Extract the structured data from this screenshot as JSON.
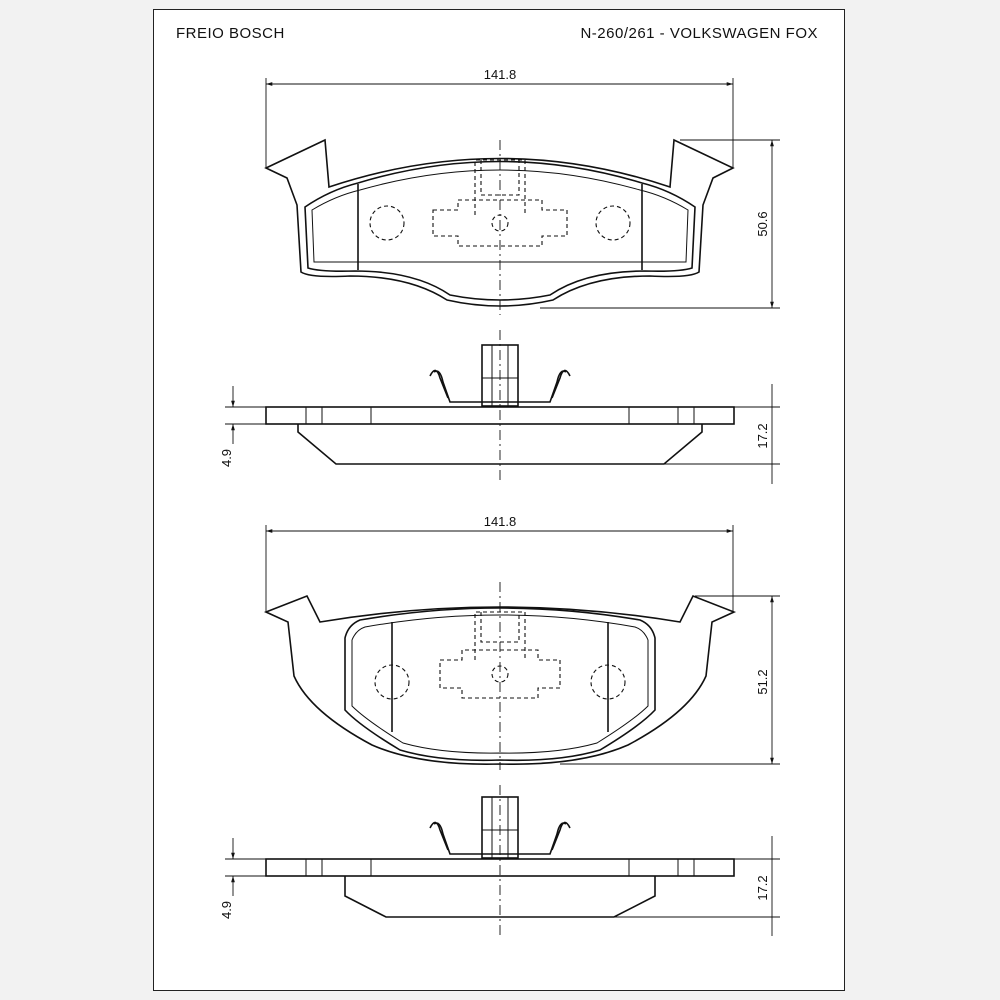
{
  "header": {
    "brand": "FREIO BOSCH",
    "model": "N-260/261 - VOLKSWAGEN FOX"
  },
  "pad1": {
    "width_dim": "141.8",
    "height_dim": "50.6",
    "backplate_dim": "4.9",
    "total_thickness_dim": "17.2"
  },
  "pad2": {
    "width_dim": "141.8",
    "height_dim": "51.2",
    "backplate_dim": "4.9",
    "total_thickness_dim": "17.2"
  },
  "colors": {
    "line": "#111111",
    "paper": "#ffffff",
    "frame": "#f2f2f2"
  }
}
